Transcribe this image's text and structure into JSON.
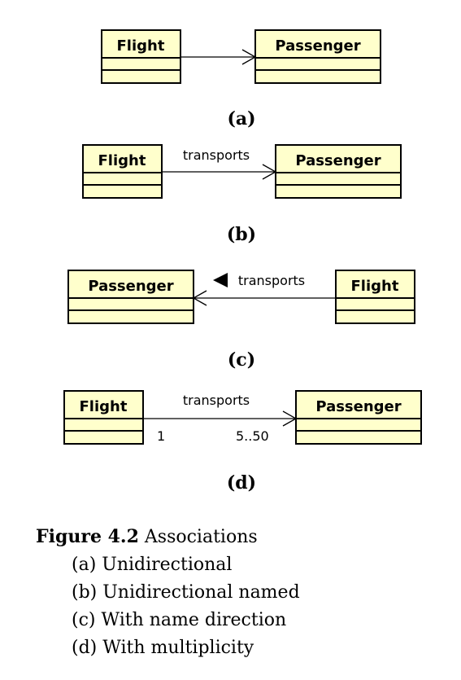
{
  "diagrams": {
    "a": {
      "label": "(a)",
      "class_left": "Flight",
      "class_right": "Passenger"
    },
    "b": {
      "label": "(b)",
      "class_left": "Flight",
      "class_right": "Passenger",
      "association": "transports"
    },
    "c": {
      "label": "(c)",
      "class_left": "Passenger",
      "class_right": "Flight",
      "association": "transports"
    },
    "d": {
      "label": "(d)",
      "class_left": "Flight",
      "class_right": "Passenger",
      "association": "transports",
      "mult_left": "1",
      "mult_right": "5..50"
    }
  },
  "caption": {
    "figure_number": "Figure 4.2",
    "title": "Associations",
    "items": [
      "(a) Unidirectional",
      "(b) Unidirectional named",
      "(c) With name direction",
      "(d) With multiplicity"
    ]
  },
  "colors": {
    "class_fill": "#ffffcc",
    "stroke": "#000000"
  }
}
